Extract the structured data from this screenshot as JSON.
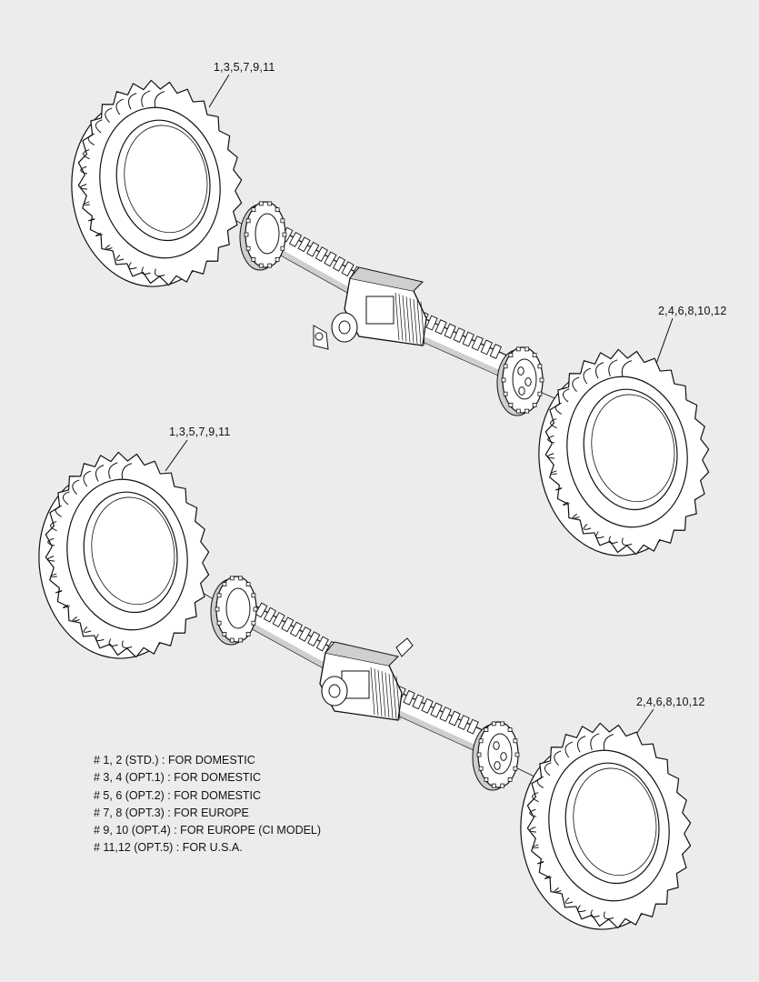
{
  "callouts": {
    "top_left": "1,3,5,7,9,11",
    "top_right": "2,4,6,8,10,12",
    "bottom_left": "1,3,5,7,9,11",
    "bottom_right": "2,4,6,8,10,12"
  },
  "legend": [
    "# 1, 2 (STD.) : FOR DOMESTIC",
    "# 3, 4 (OPT.1) : FOR DOMESTIC",
    "# 5, 6 (OPT.2) : FOR DOMESTIC",
    "# 7, 8 (OPT.3) : FOR EUROPE",
    "# 9, 10 (OPT.4) : FOR EUROPE (CI MODEL)",
    "# 11,12 (OPT.5) : FOR U.S.A."
  ],
  "colors": {
    "background": "#ececec",
    "line": "#111111",
    "part_fill": "#ffffff",
    "shade": "#cfcfcf"
  }
}
